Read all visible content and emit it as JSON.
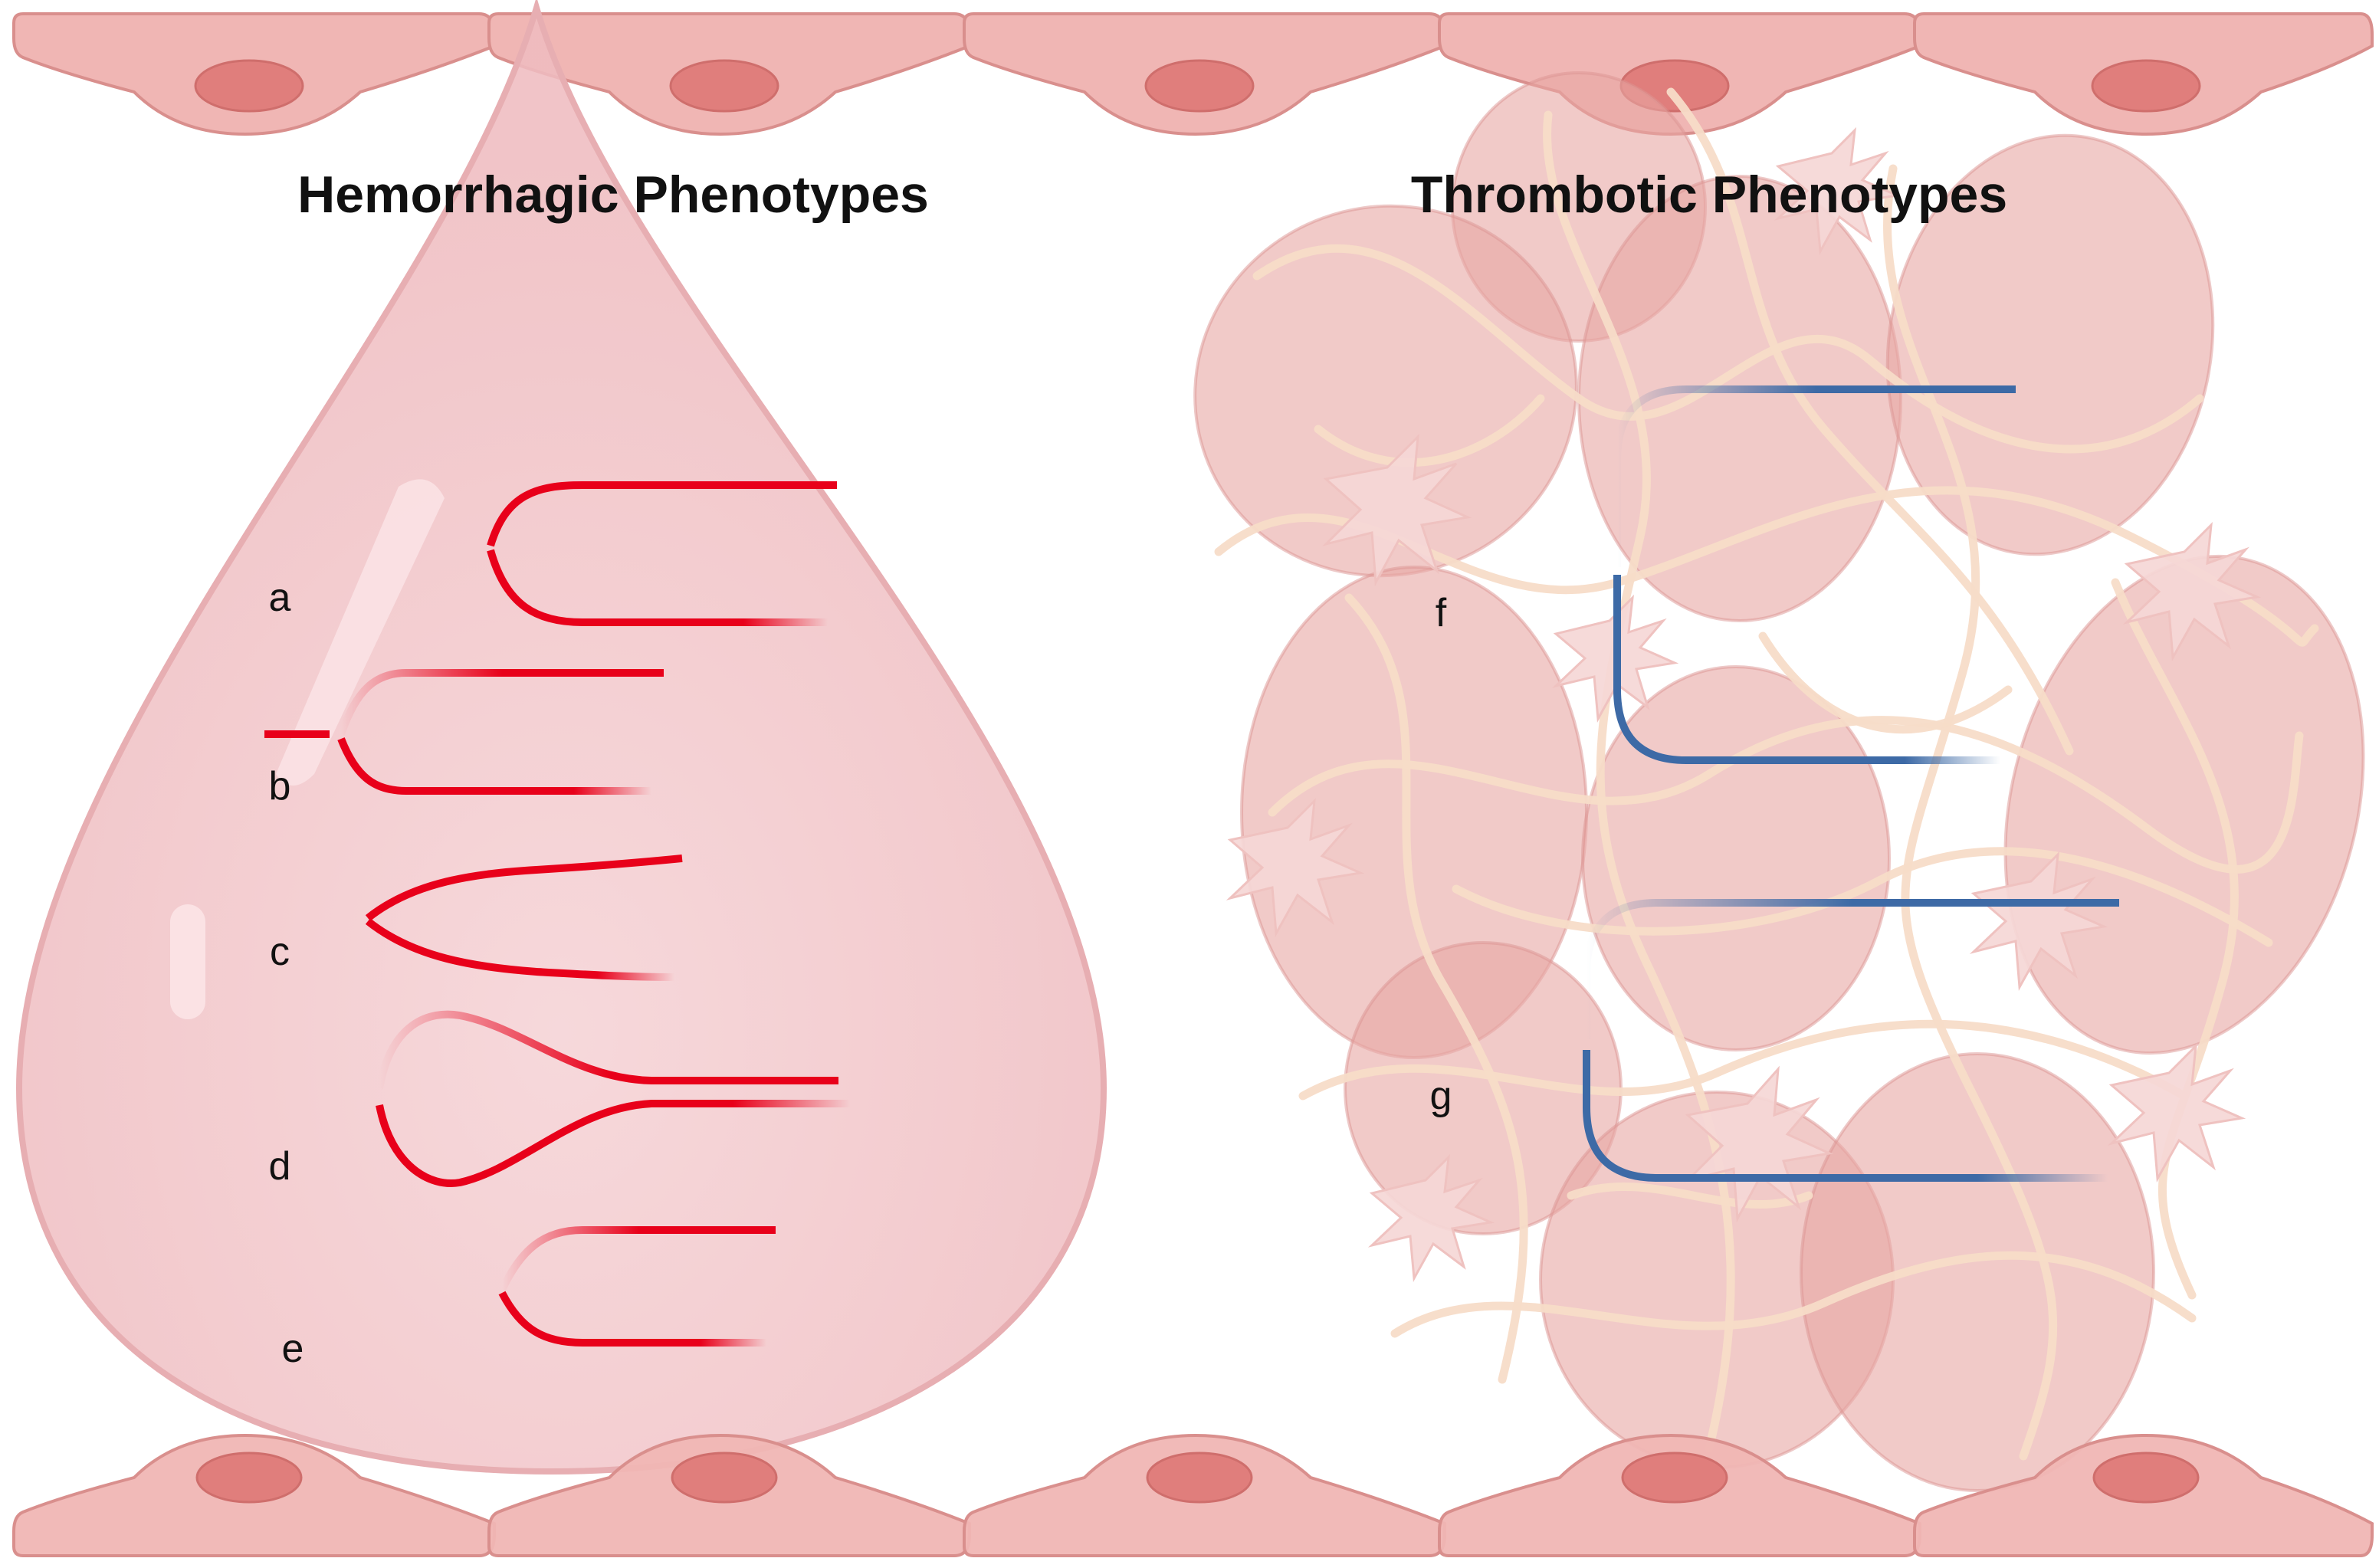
{
  "titles": {
    "hemorrhagic": "Hemorrhagic Phenotypes",
    "thrombotic": "Thrombotic Phenotypes"
  },
  "labels": {
    "a": "a",
    "b": "b",
    "c": "c",
    "d": "d",
    "e": "e",
    "f": "f",
    "g": "g"
  },
  "colors": {
    "endothelium": "#f0b6b4",
    "endothelium_stroke": "#d98f8d",
    "nucleus": "#e07e7c",
    "blood_drop": "#f4cdd0",
    "red_cell": "#e8a7a4",
    "fibrin": "#f7dcc8",
    "hemorrhagic_vessel": "#e8001a",
    "thrombotic_vessel": "#3d6aa6"
  }
}
